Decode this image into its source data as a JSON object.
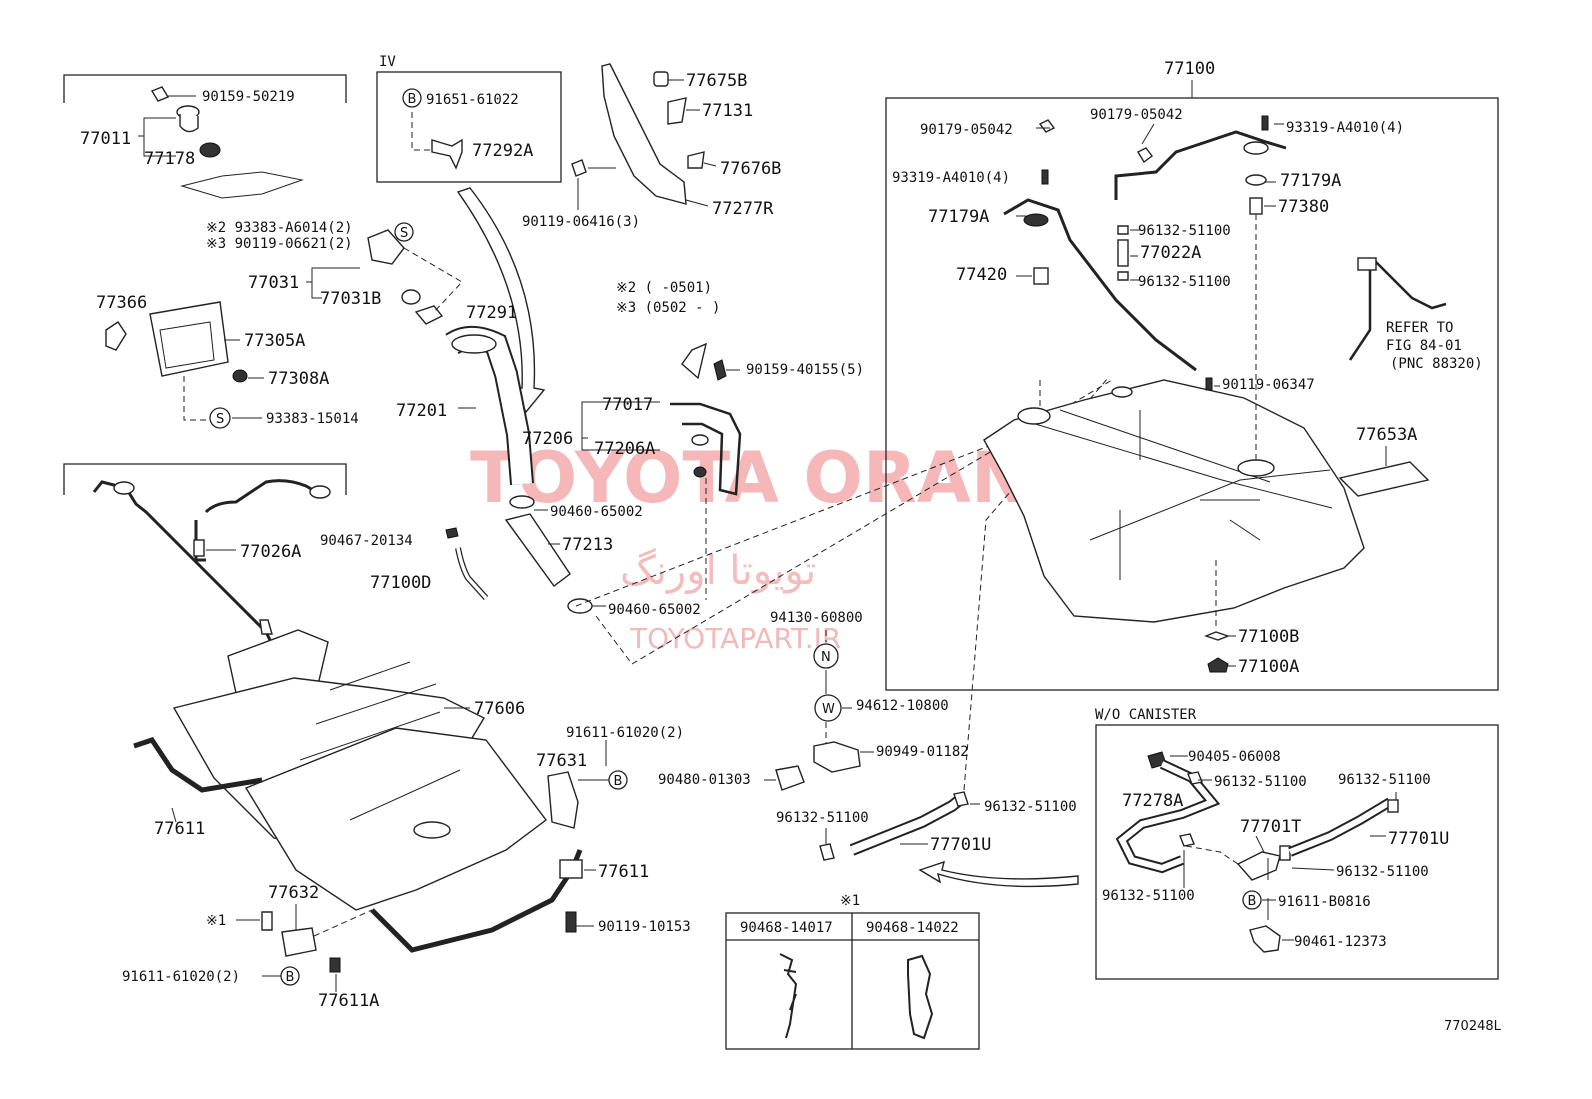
{
  "diagram_id": "770248L",
  "watermark": {
    "brand": "TOYOTA ORANGE",
    "persian": "تویوتا اورنگ",
    "url": "TOYOTAPART.IR"
  },
  "frames": {
    "iv_label": "IV",
    "w_o_canister": "W/O CANISTER",
    "ref_fig": [
      "REFER TO",
      "FIG 84-01",
      "(PNC 88320)"
    ],
    "note1_mark": "※1"
  },
  "notes": {
    "note2": "※2 (      -0501)",
    "note3": "※3 (0502 -      )"
  },
  "symbols": {
    "b": "B",
    "s": "S",
    "n": "N",
    "w": "W"
  },
  "labels": {
    "p90159_50219": "90159-50219",
    "p77011": "77011",
    "p77178": "77178",
    "p93383_a6014": "※2 93383-A6014(2)",
    "p90119_06621": "※3 90119-06621(2)",
    "p77031": "77031",
    "p77031b": "77031B",
    "p77291": "77291",
    "p77366": "77366",
    "p77305a": "77305A",
    "p77308a": "77308A",
    "p93383_15014": "93383-15014",
    "p91651_61022": "91651-61022",
    "p77292a": "77292A",
    "p77675b": "77675B",
    "p77131": "77131",
    "p77676b": "77676B",
    "p77277r": "77277R",
    "p90119_06416": "90119-06416(3)",
    "p90159_40155": "90159-40155(5)",
    "p77017": "77017",
    "p77206": "77206",
    "p77206a": "77206A",
    "p77201": "77201",
    "p90467_20134": "90467-20134",
    "p90460_65002_a": "90460-65002",
    "p77213": "77213",
    "p77100d": "77100D",
    "p90460_65002_b": "90460-65002",
    "p94130_60800": "94130-60800",
    "p77026a": "77026A",
    "p77606": "77606",
    "p77611_left": "77611",
    "p91611_61020_upper": "91611-61020(2)",
    "p77631": "77631",
    "p77611_right": "77611",
    "p77632": "77632",
    "p90119_10153": "90119-10153",
    "p91611_61020_lower": "91611-61020(2)",
    "p77611a": "77611A",
    "p94612_10800": "94612-10800",
    "p90949_01182": "90949-01182",
    "p90480_01303": "90480-01303",
    "p96132_51100_left": "96132-51100",
    "p96132_51100_mid": "96132-51100",
    "p77701u_left": "77701U",
    "p90468_14017": "90468-14017",
    "p90468_14022": "90468-14022",
    "p77100": "77100",
    "p90179_05042_a": "90179-05042",
    "p90179_05042_b": "90179-05042",
    "p93319_a4010_right": "93319-A4010(4)",
    "p93319_a4010_left": "93319-A4010(4)",
    "p77179a_right": "77179A",
    "p77179a_left": "77179A",
    "p77380": "77380",
    "p96132_51100_t1": "96132-51100",
    "p77022a": "77022A",
    "p96132_51100_t2": "96132-51100",
    "p77420": "77420",
    "p90119_06347": "90119-06347",
    "p77653a": "77653A",
    "p77100b": "77100B",
    "p77100a": "77100A",
    "p90405_06008": "90405-06008",
    "p96132_51100_c1": "96132-51100",
    "p96132_51100_c2": "96132-51100",
    "p77278a": "77278A",
    "p77701t": "77701T",
    "p77701u_right": "77701U",
    "p96132_51100_c3": "96132-51100",
    "p96132_51100_c4": "96132-51100",
    "p91611_b0816": "91611-B0816",
    "p90461_12373": "90461-12373"
  }
}
